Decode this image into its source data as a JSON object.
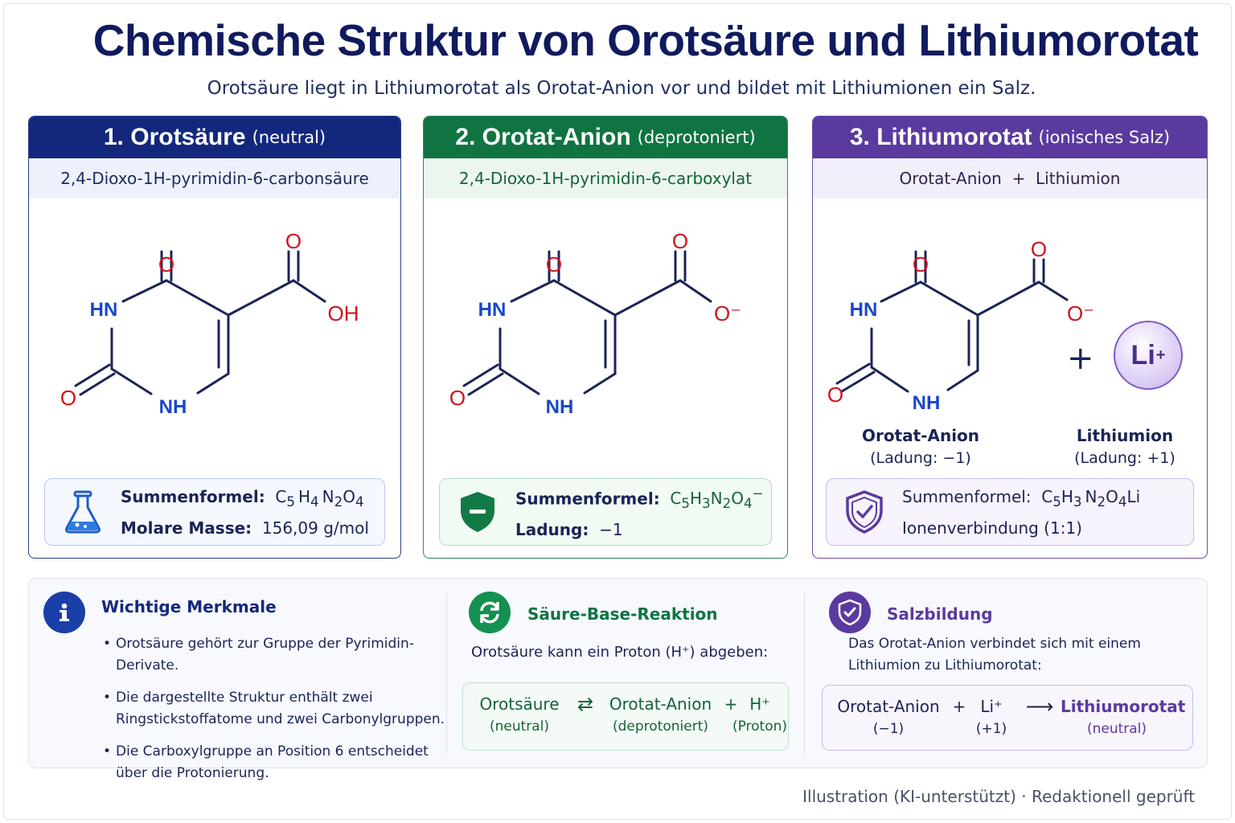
{
  "title": "Chemische Struktur von Orotsäure und Lithiumorotat",
  "subtitle": "Orotsäure liegt in Lithiumorotat als Orotat-Anion vor und bildet mit Lithiumionen ein Salz.",
  "cards": [
    {
      "heading": "1. Orotsäure",
      "heading_note": "(neutral)",
      "name": "2,4-Dioxo-1H-pyrimidin-6-carbonsäure",
      "atoms": {
        "o_top": "O",
        "o_acid": "O",
        "oh": "OH",
        "hn": "HN",
        "nh": "NH",
        "o_left": "O"
      },
      "info": {
        "line1_label": "Summenformel:",
        "line2_label": "Molare Masse:",
        "line2_value": "156,09 g/mol"
      },
      "formula": {
        "el1": "C",
        "n1": "5",
        "el2": "H",
        "n2": "4",
        "el3": "N",
        "n3": "2",
        "el4": "O",
        "n4": "4"
      },
      "icon": "flask-icon",
      "accent": "#13287d"
    },
    {
      "heading": "2. Orotat-Anion",
      "heading_note": "(deprotoniert)",
      "name": "2,4-Dioxo-1H-pyrimidin-6-carboxylat",
      "atoms": {
        "o_top": "O",
        "o_acid": "O",
        "o_minus": "O⁻",
        "hn": "HN",
        "nh": "NH",
        "o_left": "O"
      },
      "info": {
        "line1_label": "Summenformel:",
        "line2_label": "Ladung:",
        "line2_value": "−1"
      },
      "formula": {
        "el1": "C",
        "n1": "5",
        "el2": "H",
        "n2": "3",
        "el3": "N",
        "n3": "2",
        "el4": "O",
        "n4": "4",
        "charge": "−"
      },
      "icon": "shield-minus-icon",
      "accent": "#0f7442"
    },
    {
      "heading": "3. Lithiumorotat",
      "heading_note": "(ionisches Salz)",
      "name": "Orotat-Anion  +  Lithiumion",
      "atoms": {
        "o_top": "O",
        "o_acid": "O",
        "o_minus": "O⁻",
        "hn": "HN",
        "nh": "NH",
        "o_left": "O"
      },
      "plus": "+",
      "li": "Li",
      "li_charge": "+",
      "anion_label": "Orotat-Anion",
      "anion_charge": "(Ladung: −1)",
      "cation_label": "Lithiumion",
      "cation_charge": "(Ladung: +1)",
      "info": {
        "line1_label": "Summenformel:",
        "line2_label": "Ionenverbindung (1:1)"
      },
      "formula": {
        "el1": "C",
        "n1": "5",
        "el2": "H",
        "n2": "3",
        "el3": "N",
        "n3": "2",
        "el4": "O",
        "n4": "4",
        "tail": "Li"
      },
      "icon": "shield-check-icon",
      "accent": "#5b3a9f"
    }
  ],
  "bottom": {
    "features": {
      "title": "Wichtige Merkmale",
      "icon": "info-icon",
      "bullets": [
        "Orotsäure gehört zur Gruppe der Pyrimidin-Derivate.",
        "Die dargestellte Struktur enthält zwei Ringstickstoffatome und zwei Carbonylgruppen.",
        "Die Carboxylgruppe an Position 6 entscheidet über die Protonierung."
      ]
    },
    "acid_base": {
      "title": "Säure-Base-Reaktion",
      "icon": "cycle-arrows-icon",
      "text": "Orotsäure kann ein Proton (H⁺) abgeben:",
      "lhs": "Orotsäure",
      "lhs_note": "(neutral)",
      "arrow": "⇄",
      "rhs": "Orotat-Anion",
      "rhs_note": "(deprotoniert)",
      "plus": "+",
      "proton": "H⁺",
      "proton_note": "(Proton)"
    },
    "salt": {
      "title": "Salzbildung",
      "icon": "shield-check-icon",
      "text": "Das Orotat-Anion verbindet sich mit einem Lithiumion zu Lithiumorotat:",
      "lhs": "Orotat-Anion",
      "lhs_note": "(−1)",
      "plus": "+",
      "ion": "Li⁺",
      "ion_note": "(+1)",
      "arrow": "⟶",
      "product": "Lithiumorotat",
      "product_note": "(neutral)"
    }
  },
  "footer": "Illustration (KI-unterstützt) · Redaktionell geprüft"
}
